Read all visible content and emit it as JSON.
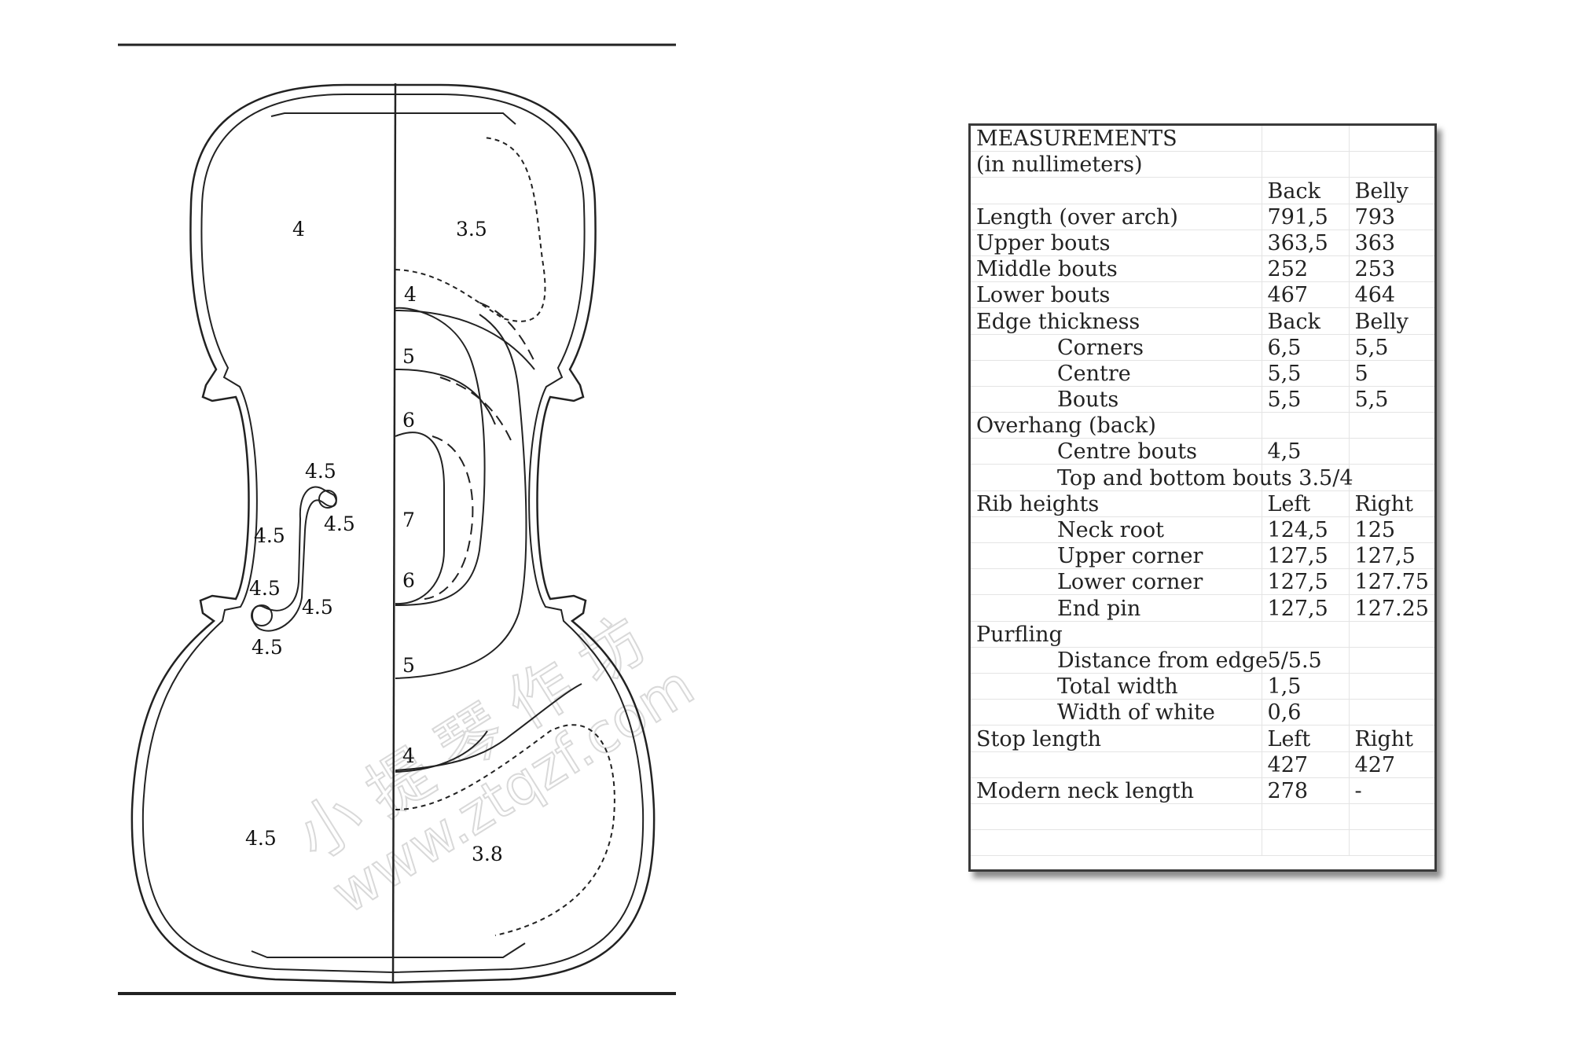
{
  "diagram": {
    "left_half_thickness": {
      "upper_bout": "4",
      "lower_bout": "4.5",
      "f_hole_top": "4.5",
      "f_hole_right": "4.5",
      "f_hole_left": "4.5",
      "f_hole_lower_left": "4.5",
      "f_hole_lower_right": "4.5",
      "f_hole_bottom": "4.5"
    },
    "right_half_thickness": {
      "upper_bout": "3.5",
      "contour_1": "4",
      "contour_2": "5",
      "contour_3": "6",
      "contour_centre": "7",
      "contour_4": "6",
      "contour_5": "5",
      "contour_6": "4",
      "lower_bout": "3.8"
    },
    "watermark": {
      "line1": "小 提 琴 作 坊",
      "line2": "www.ztqzf.com"
    }
  },
  "table": {
    "rows": [
      {
        "label": "MEASUREMENTS",
        "indent": false,
        "back": "",
        "belly": ""
      },
      {
        "label": "(in nullimeters)",
        "indent": false,
        "back": "",
        "belly": ""
      },
      {
        "label": "",
        "indent": false,
        "back": "Back",
        "belly": "Belly"
      },
      {
        "label": "Length (over arch)",
        "indent": false,
        "back": "791,5",
        "belly": "793"
      },
      {
        "label": "Upper bouts",
        "indent": false,
        "back": "363,5",
        "belly": "363"
      },
      {
        "label": "Middle bouts",
        "indent": false,
        "back": "252",
        "belly": "253"
      },
      {
        "label": "Lower bouts",
        "indent": false,
        "back": "467",
        "belly": "464"
      },
      {
        "label": "Edge thickness",
        "indent": false,
        "back": "Back",
        "belly": "Belly"
      },
      {
        "label": "Corners",
        "indent": true,
        "back": "6,5",
        "belly": "5,5"
      },
      {
        "label": "Centre",
        "indent": true,
        "back": "5,5",
        "belly": "5"
      },
      {
        "label": "Bouts",
        "indent": true,
        "back": "5,5",
        "belly": "5,5"
      },
      {
        "label": "Overhang (back)",
        "indent": false,
        "back": "",
        "belly": ""
      },
      {
        "label": "Centre bouts",
        "indent": true,
        "back": "4,5",
        "belly": ""
      },
      {
        "label": "Top and bottom bouts 3.5/4",
        "indent": true,
        "back": "",
        "belly": ""
      },
      {
        "label": "Rib heights",
        "indent": false,
        "back": "Left",
        "belly": "Right"
      },
      {
        "label": "Neck root",
        "indent": true,
        "back": "124,5",
        "belly": "125"
      },
      {
        "label": "Upper corner",
        "indent": true,
        "back": "127,5",
        "belly": "127,5"
      },
      {
        "label": "Lower corner",
        "indent": true,
        "back": "127,5",
        "belly": "127.75"
      },
      {
        "label": "End pin",
        "indent": true,
        "back": "127,5",
        "belly": "127.25"
      },
      {
        "label": "Purfling",
        "indent": false,
        "back": "",
        "belly": ""
      },
      {
        "label": "Distance from edge",
        "indent": true,
        "back": "5/5.5",
        "belly": ""
      },
      {
        "label": "Total width",
        "indent": true,
        "back": "1,5",
        "belly": ""
      },
      {
        "label": "Width of white",
        "indent": true,
        "back": "0,6",
        "belly": ""
      },
      {
        "label": "Stop length",
        "indent": false,
        "back": "Left",
        "belly": "Right"
      },
      {
        "label": "",
        "indent": false,
        "back": "427",
        "belly": "427"
      },
      {
        "label": "Modern neck length",
        "indent": false,
        "back": "278",
        "belly": "-"
      },
      {
        "label": "",
        "indent": false,
        "back": "",
        "belly": ""
      },
      {
        "label": "",
        "indent": false,
        "back": "",
        "belly": ""
      }
    ]
  }
}
